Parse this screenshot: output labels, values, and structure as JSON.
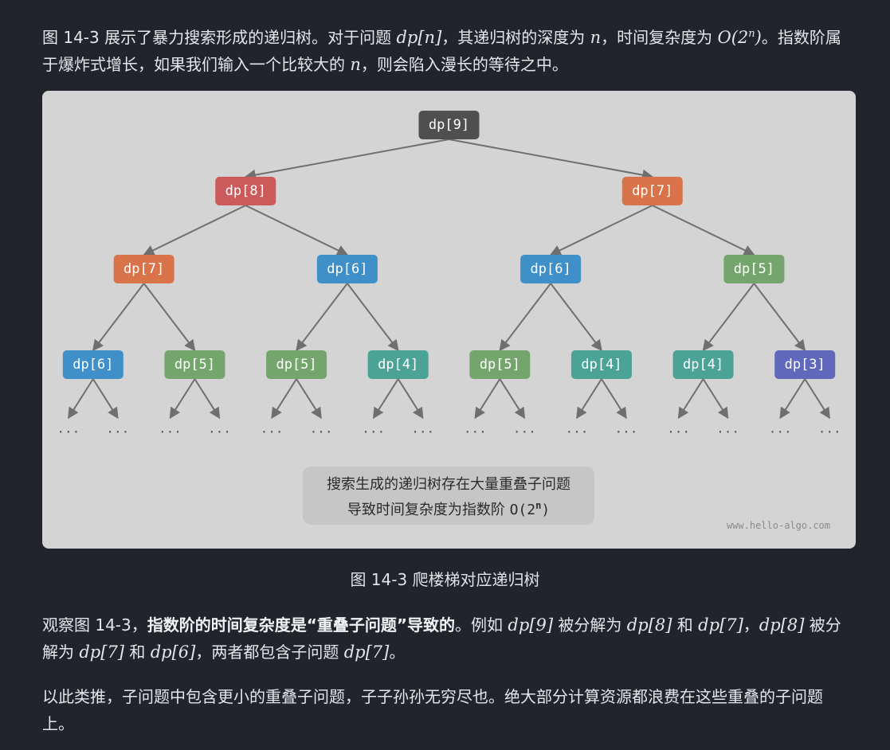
{
  "intro": {
    "t1": "图 14-3 展示了暴力搜索形成的递归树。对于问题 ",
    "m1": "dp[n]",
    "t2": "，其递归树的深度为 ",
    "m2": "n",
    "t3": "，时间复杂度为 ",
    "m3_base": "O(2",
    "m3_exp": "n",
    "m3_close": ")",
    "t4": "。指数阶属于爆炸式增长，如果我们输入一个比较大的 ",
    "m4": "n",
    "t5": "，则会陷入漫长的等待之中。"
  },
  "figure": {
    "nodes": [
      {
        "label": "dp[9]",
        "color": "#4f4f4f"
      },
      {
        "label": "dp[8]",
        "color": "#cc5a5a"
      },
      {
        "label": "dp[7]",
        "color": "#d9744a"
      },
      {
        "label": "dp[7]",
        "color": "#d9744a"
      },
      {
        "label": "dp[6]",
        "color": "#3f8fc8"
      },
      {
        "label": "dp[6]",
        "color": "#3f8fc8"
      },
      {
        "label": "dp[5]",
        "color": "#74a56c"
      },
      {
        "label": "dp[6]",
        "color": "#3f8fc8"
      },
      {
        "label": "dp[5]",
        "color": "#74a56c"
      },
      {
        "label": "dp[5]",
        "color": "#74a56c"
      },
      {
        "label": "dp[4]",
        "color": "#4aa394"
      },
      {
        "label": "dp[5]",
        "color": "#74a56c"
      },
      {
        "label": "dp[4]",
        "color": "#4aa394"
      },
      {
        "label": "dp[4]",
        "color": "#4aa394"
      },
      {
        "label": "dp[3]",
        "color": "#6068bb"
      }
    ],
    "ellipsis": "···",
    "note_line1": "搜索生成的递归树存在大量重叠子问题",
    "note_line2": "导致时间复杂度为指数阶 ",
    "note_math_base": "O(2",
    "note_math_exp": "n",
    "note_math_close": ")",
    "watermark": "www.hello-algo.com"
  },
  "caption": "图 14-3   爬楼梯对应递归树",
  "para2": {
    "t1": "观察图 14-3，",
    "bold": "指数阶的时间复杂度是“重叠子问题”导致的",
    "t2": "。例如 ",
    "m1": "dp[9]",
    "t3": " 被分解为 ",
    "m2": "dp[8]",
    "t4": " 和 ",
    "m3": "dp[7]",
    "t5": "，",
    "m4": "dp[8]",
    "t6": " 被分解为 ",
    "m5": "dp[7]",
    "t7": " 和 ",
    "m6": "dp[6]",
    "t8": "，两者都包含子问题 ",
    "m7": "dp[7]",
    "t9": "。"
  },
  "para3": "以此类推，子问题中包含更小的重叠子问题，子子孙孙无穷尽也。绝大部分计算资源都浪费在这些重叠的子问题上。"
}
